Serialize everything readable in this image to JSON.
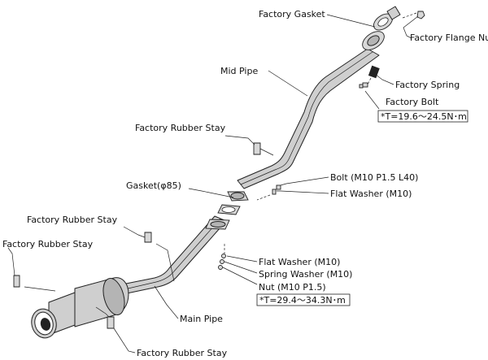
{
  "labels": {
    "factory_gasket": "Factory Gasket",
    "factory_flange_nut": "Factory Flange Nut",
    "mid_pipe": "Mid Pipe",
    "factory_spring": "Factory Spring",
    "factory_bolt": "Factory Bolt",
    "factory_bolt_torque": "*T=19.6～24.5N･m",
    "factory_rubber_stay_mid": "Factory Rubber Stay",
    "bolt": "Bolt (M10 P1.5 L40)",
    "flat_washer_upper": "Flat Washer (M10)",
    "gasket": "Gasket(φ85)",
    "factory_rubber_stay_upper_left": "Factory Rubber Stay",
    "factory_rubber_stay_left": "Factory Rubber Stay",
    "flat_washer_lower": "Flat Washer (M10)",
    "spring_washer": "Spring Washer (M10)",
    "nut": "Nut (M10 P1.5)",
    "nut_torque": "*T=29.4～34.3N･m",
    "main_pipe": "Main Pipe",
    "factory_rubber_stay_bottom": "Factory Rubber Stay"
  }
}
